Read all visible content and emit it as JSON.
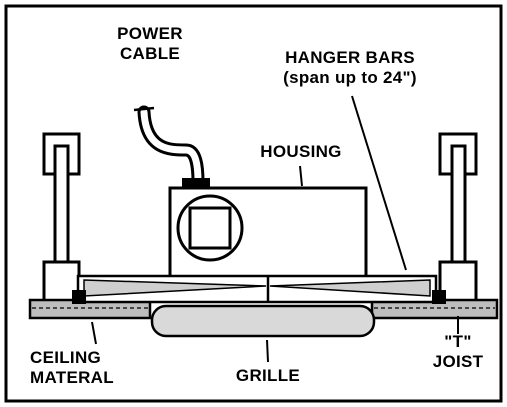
{
  "labels": {
    "power_cable": [
      "POWER",
      "CABLE"
    ],
    "hanger_bars": [
      "HANGER BARS",
      "(span up to 24\")"
    ],
    "housing": "HOUSING",
    "ceiling_material": [
      "CEILING",
      "MATERAL"
    ],
    "grille": "GRILLE",
    "t_joist": [
      "\"T\"",
      "JOIST"
    ]
  },
  "colors": {
    "ink": "#000000",
    "paper": "#ffffff",
    "grille_fill": "#d9d9d9",
    "ceiling_fill": "#bdbdbd"
  }
}
